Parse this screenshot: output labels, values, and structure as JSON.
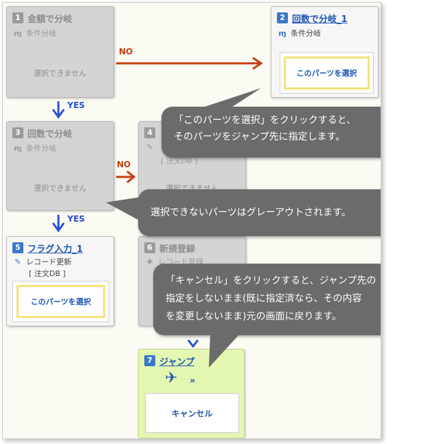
{
  "cards": {
    "c1": {
      "num": "1",
      "title": "金額で分岐",
      "sub": "条件分岐",
      "disabled": "選択できません"
    },
    "c2": {
      "num": "2",
      "title": "回数で分岐_1",
      "sub": "条件分岐",
      "select": "このパーツを選択"
    },
    "c3": {
      "num": "3",
      "title": "回数で分岐",
      "sub": "条件分岐",
      "disabled": "選択できません"
    },
    "c4": {
      "num": "4",
      "db": "[ 注文DB ]",
      "disabled": "選択できません"
    },
    "c5": {
      "num": "5",
      "title": "フラグ入力_1",
      "sub": "レコード更新",
      "db": "[ 注文DB ]",
      "select": "このパーツを選択"
    },
    "c6": {
      "num": "6",
      "title": "新規登録",
      "sub": "レコード登録"
    },
    "c7": {
      "num": "7",
      "title": "ジャンプ",
      "cancel": "キャンセル"
    }
  },
  "labels": {
    "no1": "NO",
    "no2": "NO",
    "yes1": "YES",
    "yes2": "YES"
  },
  "bubbles": {
    "b1": [
      "「このパーツを選択」をクリックすると、",
      "そのパーツをジャンプ先に指定します。"
    ],
    "b2": [
      "選択できないパーツはグレーアウトされます。"
    ],
    "b3": [
      "「キャンセル」をクリックすると、ジャンプ先の",
      "指定をしないまま(既に指定済なら、その内容",
      "を変更しないまま)元の画面に戻ります。"
    ]
  },
  "icons": {
    "branch": "branch-icon",
    "pencil": "pencil-icon",
    "plus": "plus-icon",
    "plane": "airplane-icon",
    "double_chevron": "double-chevron-icon"
  },
  "colors": {
    "no_arrow": "#c63d12",
    "yes_arrow": "#2b4fd0",
    "link": "#1f55b0",
    "bubble": "#6b6b6b",
    "highlight": "#f5e27a",
    "jump_card": "#e3f7b2"
  }
}
